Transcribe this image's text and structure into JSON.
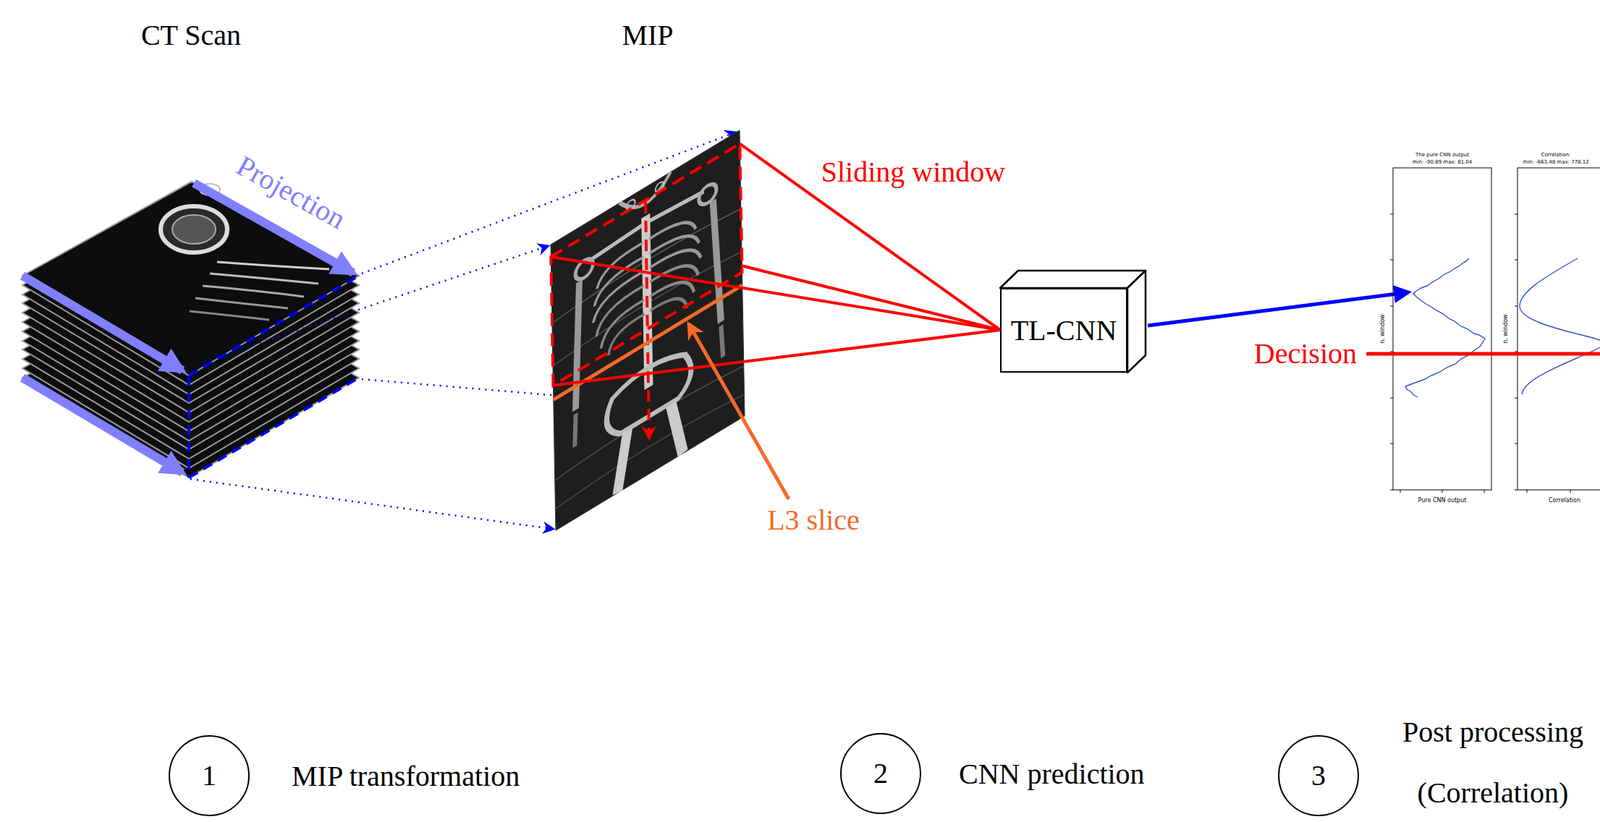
{
  "diagram": {
    "nodes": [
      {
        "text": [
          "TL-CNN"
        ]
      },
      {
        "text": [
          "1",
          "MIP transformation"
        ]
      },
      {
        "text": [
          "2",
          "CNN prediction"
        ]
      },
      {
        "text": [
          "3",
          "Post processing (Correlation)"
        ]
      }
    ],
    "labels": [
      "CT Scan",
      "MIP",
      "Projection",
      "Sliding window",
      "L3 slice",
      "Decision",
      "The pure CNN output",
      "min: -90.89 max: 81.04",
      "Correlation:",
      "min: -663.48 max: 778.12",
      "n. window",
      "Pure CNN output",
      "n. window",
      "Correlation"
    ]
  }
}
